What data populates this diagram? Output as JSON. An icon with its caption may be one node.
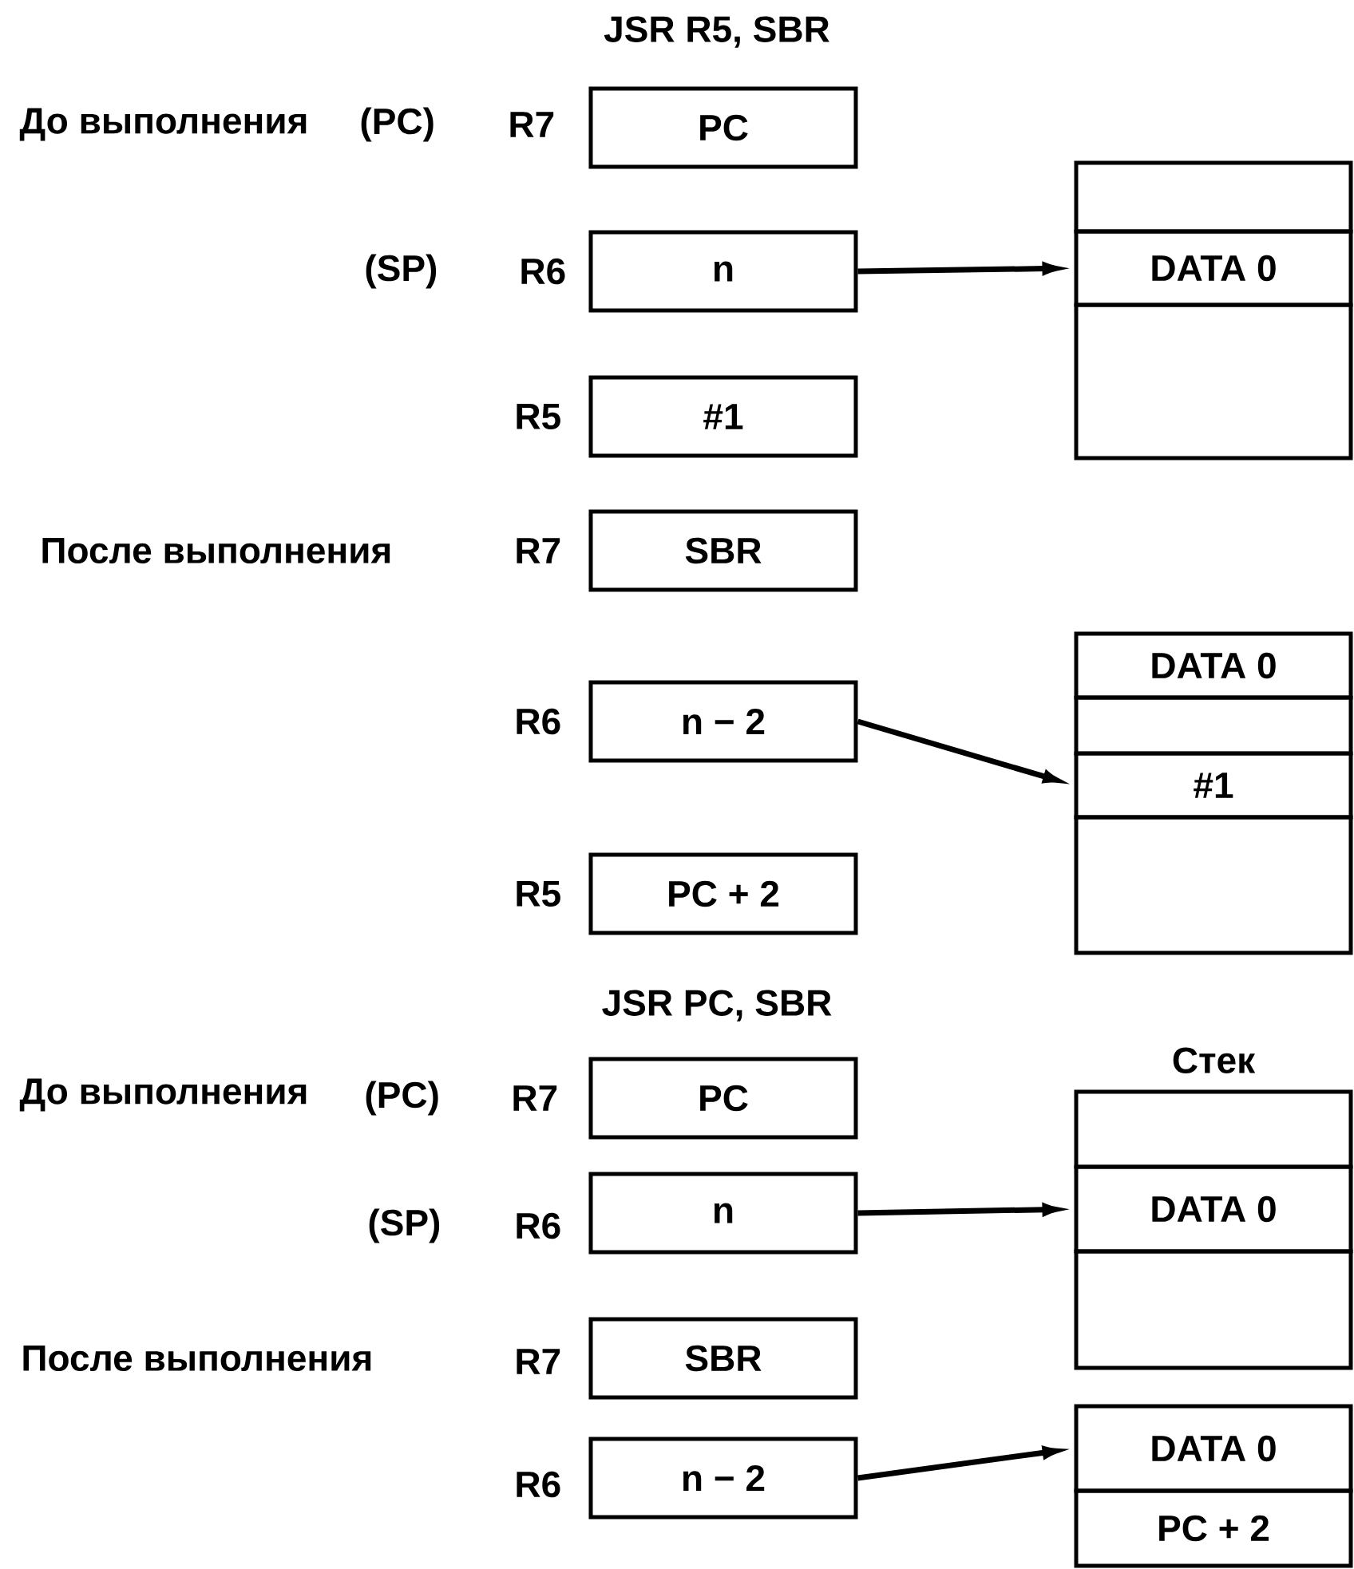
{
  "diagram": {
    "nodes": [
      {
        "text": [
          "PC"
        ]
      },
      {
        "text": [
          "n"
        ]
      },
      {
        "text": [
          "#1"
        ]
      },
      {
        "text": [],
        "shape": "box"
      },
      {
        "text": [
          "DATA 0"
        ]
      },
      {
        "text": [],
        "shape": "box"
      },
      {
        "text": [
          "SBR"
        ]
      },
      {
        "text": [
          "n − 2"
        ]
      },
      {
        "text": [
          "PC + 2"
        ]
      },
      {
        "text": [
          "DATA 0"
        ]
      },
      {
        "text": [],
        "shape": "box"
      },
      {
        "text": [
          "#1"
        ]
      },
      {
        "text": [],
        "shape": "box"
      },
      {
        "text": [
          "PC"
        ]
      },
      {
        "text": [
          "n"
        ]
      },
      {
        "text": [
          "SBR"
        ]
      },
      {
        "text": [
          "n − 2"
        ]
      },
      {
        "text": [],
        "shape": "box",
        "beside": [
          "Стек"
        ]
      },
      {
        "text": [
          "DATA 0"
        ]
      },
      {
        "text": [],
        "shape": "box"
      },
      {
        "text": [
          "DATA 0"
        ]
      },
      {
        "text": [
          "PC + 2"
        ]
      }
    ],
    "edges": [
      {
        "from": 1,
        "to": 4,
        "arrow": "to"
      },
      {
        "from": 7,
        "to": 11,
        "arrow": "to"
      },
      {
        "from": 14,
        "to": 18,
        "arrow": "to"
      },
      {
        "from": 16,
        "to": 20,
        "arrow": "to"
      }
    ],
    "labels": [
      "JSR R5, SBR",
      "До выполнения",
      "(PC)",
      "R7",
      "(SP)",
      "R6",
      "R5",
      "После выполнения",
      "R7",
      "R6",
      "R5",
      "JSR PC, SBR",
      "До выполнения",
      "(PC)",
      "R7",
      "(SP)",
      "R6",
      "После выполнения",
      "R7",
      "R6"
    ]
  }
}
